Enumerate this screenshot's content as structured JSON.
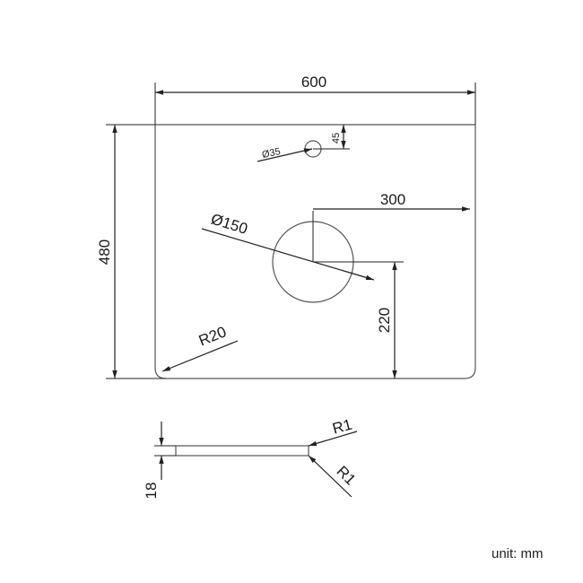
{
  "dims": {
    "width": "600",
    "height": "480",
    "hole_center_offset": "300",
    "hole_diameter": "Ø150",
    "hole_vertical_offset": "220",
    "tap_hole_diameter": "Ø35",
    "tap_hole_offset": "45",
    "corner_radius": "R20",
    "thickness": "18",
    "edge_radius_top": "R1",
    "edge_radius_bottom": "R1"
  },
  "unit_label": "unit: mm"
}
